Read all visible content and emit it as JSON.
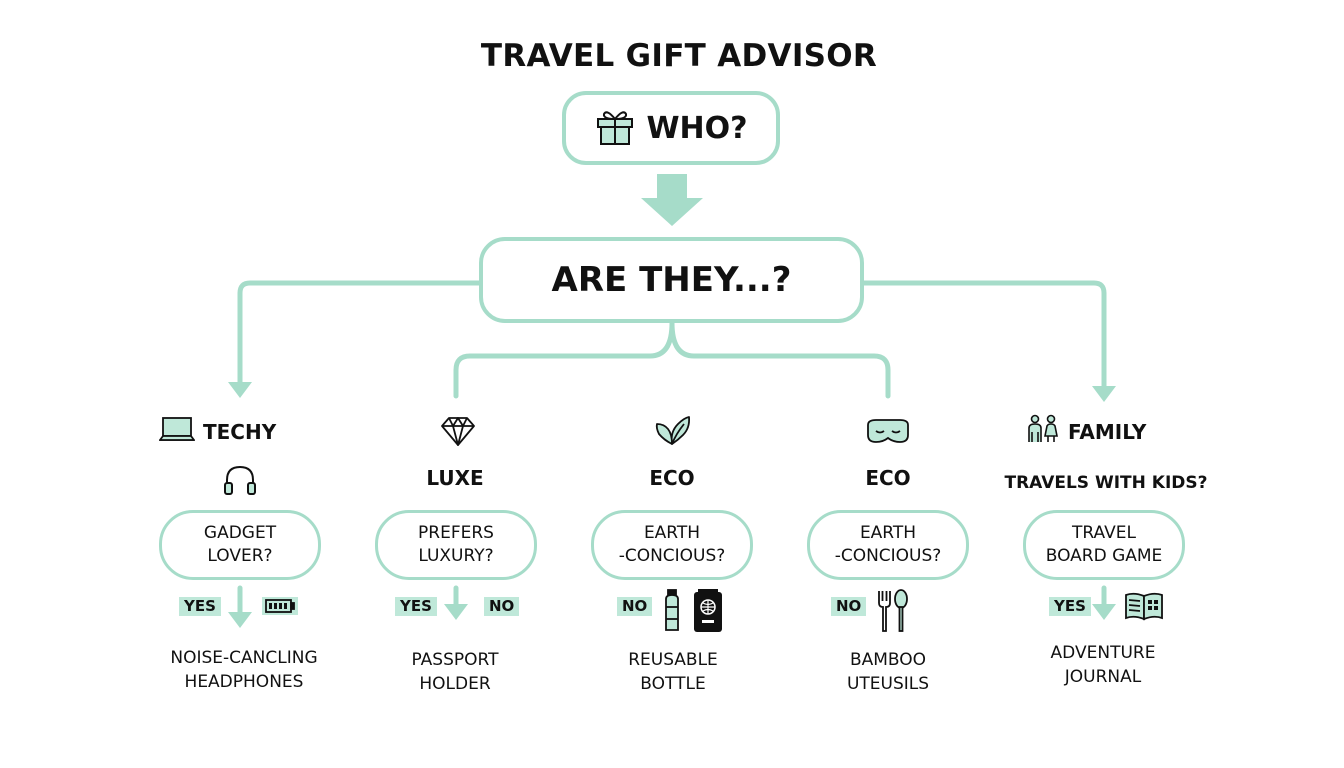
{
  "title": "TRAVEL GIFT ADVISOR",
  "who_label": "WHO?",
  "question": "ARE THEY...?",
  "branches": [
    {
      "category": "TECHY",
      "question_line1": "GADGET",
      "question_line2": "LOVER?",
      "tags": [
        "YES"
      ],
      "result_line1": "NOISE-CANCLING",
      "result_line2": "HEADPHONES"
    },
    {
      "category": "LUXE",
      "question_line1": "PREFERS",
      "question_line2": "LUXURY?",
      "tags": [
        "YES",
        "NO"
      ],
      "result_line1": "PASSPORT",
      "result_line2": "HOLDER"
    },
    {
      "category": "ECO",
      "question_line1": "EARTH",
      "question_line2": "-CONCIOUS?",
      "tags": [
        "NO"
      ],
      "result_line1": "REUSABLE",
      "result_line2": "BOTTLE"
    },
    {
      "category": "ECO",
      "question_line1": "EARTH",
      "question_line2": "-CONCIOUS?",
      "tags": [
        "NO"
      ],
      "result_line1": "BAMBOO",
      "result_line2": "UTEUSILS"
    },
    {
      "category": "FAMILY",
      "subquestion": "TRAVELS WITH KIDS?",
      "question_line1": "TRAVEL",
      "question_line2": "BOARD GAME",
      "tags": [
        "YES"
      ],
      "result_line1": "ADVENTURE",
      "result_line2": "JOURNAL"
    }
  ],
  "colors": {
    "accent": "#a6dcc9",
    "tag_bg": "#bfe8d9",
    "text": "#111111"
  },
  "icons": [
    "gift-icon",
    "laptop-icon",
    "headphones-icon",
    "battery-icon",
    "diamond-icon",
    "leaf-icon",
    "sleep-mask-icon",
    "family-icon",
    "water-bottle-icon",
    "passport-icon",
    "fork-spoon-icon",
    "book-icon"
  ]
}
